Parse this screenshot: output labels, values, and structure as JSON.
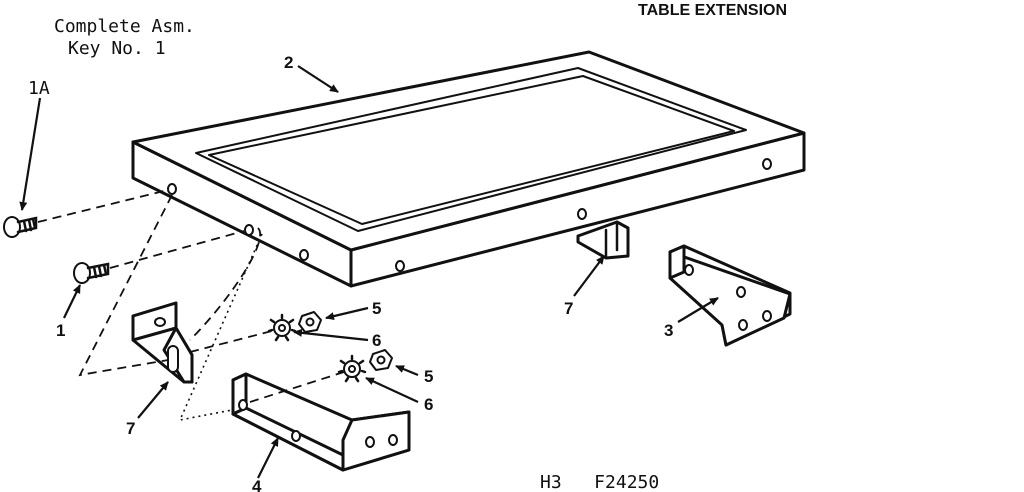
{
  "title": "TABLE EXTENSION",
  "assembly_note": {
    "line1": "Complete Asm.",
    "line2": "Key No. 1"
  },
  "figure_id": "H3   F24250",
  "callouts": {
    "key_1a": "1A",
    "key_1": "1",
    "key_2": "2",
    "key_3": "3",
    "key_4": "4",
    "key_5_upper": "5",
    "key_5_lower": "5",
    "key_6_upper": "6",
    "key_6_lower": "6",
    "key_7_left": "7",
    "key_7_right": "7"
  }
}
